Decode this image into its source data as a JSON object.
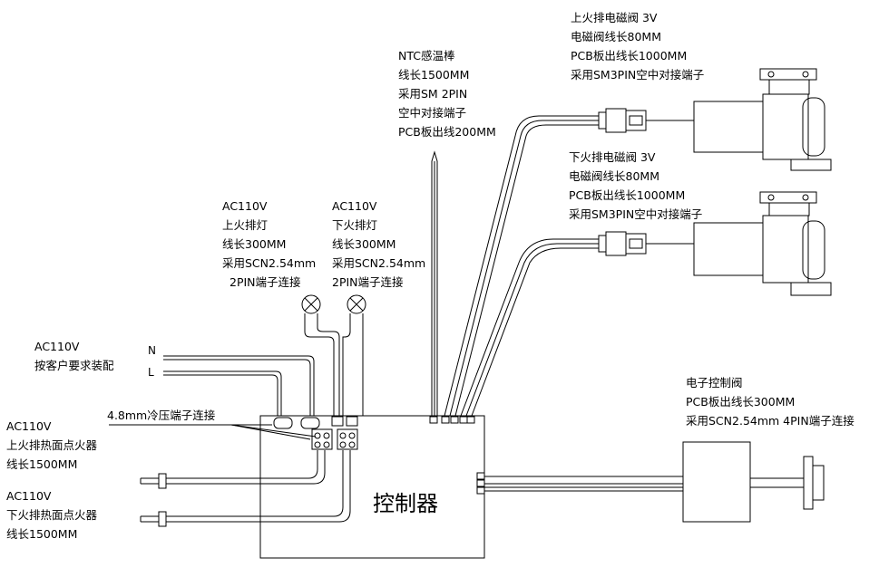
{
  "controller": {
    "label": "控制器"
  },
  "ntc_sensor": {
    "lines": [
      "NTC感温棒",
      "线长1500MM",
      "采用SM 2PIN",
      "空中对接端子",
      "PCB板出线200MM"
    ]
  },
  "upper_solenoid": {
    "lines": [
      "上火排电磁阀 3V",
      "电磁阀线长80MM",
      "PCB板出线长1000MM",
      "采用SM3PIN空中对接端子"
    ]
  },
  "lower_solenoid": {
    "lines": [
      "下火排电磁阀 3V",
      "电磁阀线长80MM",
      "PCB板出线长1000MM",
      "采用SM3PIN空中对接端子"
    ]
  },
  "upper_lamp": {
    "lines": [
      "AC110V",
      "上火排灯",
      "线长300MM",
      "采用SCN2.54mm",
      "2PIN端子连接"
    ]
  },
  "lower_lamp": {
    "lines": [
      "AC110V",
      "下火排灯",
      "线长300MM",
      "采用SCN2.54mm",
      "2PIN端子连接"
    ]
  },
  "power_input": {
    "lines": [
      "AC110V",
      "按客户要求装配"
    ],
    "n_label": "N",
    "l_label": "L"
  },
  "crimp_terminal": {
    "label": "4.8mm冷压端子连接"
  },
  "upper_igniter": {
    "lines": [
      "AC110V",
      "上火排热面点火器",
      "线长1500MM"
    ]
  },
  "lower_igniter": {
    "lines": [
      "AC110V",
      "下火排热面点火器",
      "线长1500MM"
    ]
  },
  "electronic_valve": {
    "lines": [
      "电子控制阀",
      "PCB板出线长300MM",
      "采用SCN2.54mm 4PIN端子连接"
    ]
  }
}
